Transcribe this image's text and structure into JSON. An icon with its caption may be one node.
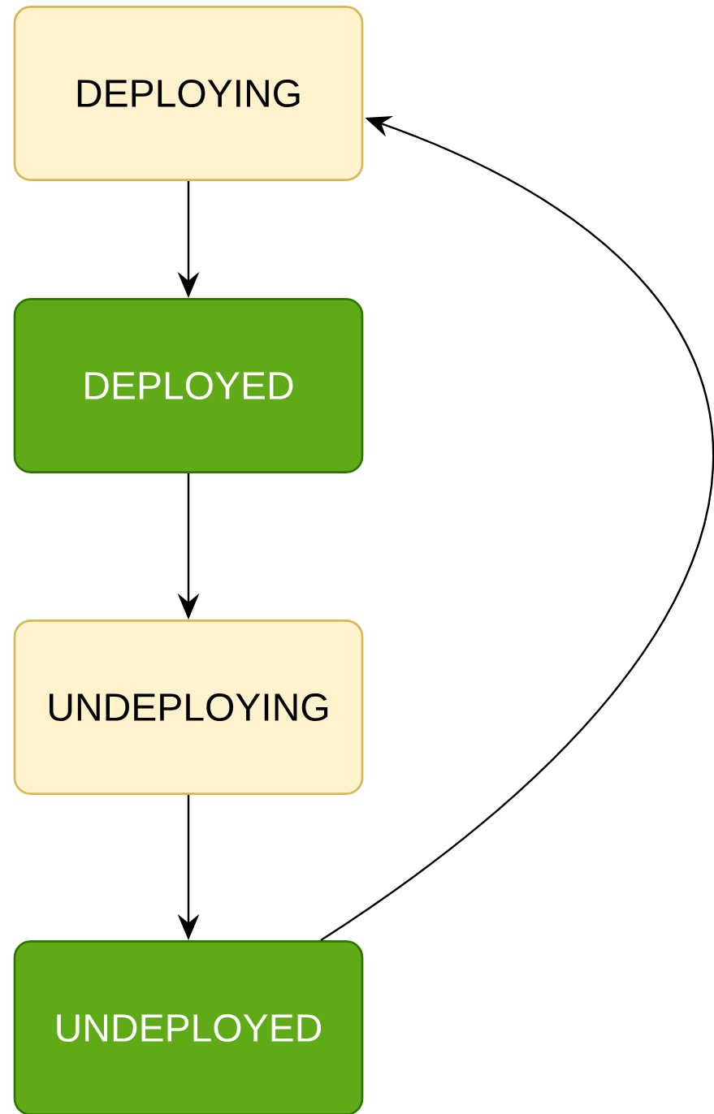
{
  "diagram": {
    "nodes": [
      {
        "text": [
          "DEPLOYING"
        ]
      },
      {
        "text": [
          "DEPLOYED"
        ]
      },
      {
        "text": [
          "UNDEPLOYING"
        ]
      },
      {
        "text": [
          "UNDEPLOYED"
        ]
      }
    ],
    "edges": [
      {
        "from": 0,
        "to": 1,
        "arrow": "to"
      },
      {
        "from": 1,
        "to": 2,
        "arrow": "to"
      },
      {
        "from": 2,
        "to": 3,
        "arrow": "to"
      },
      {
        "from": 3,
        "to": 0,
        "arrow": "to"
      }
    ]
  }
}
